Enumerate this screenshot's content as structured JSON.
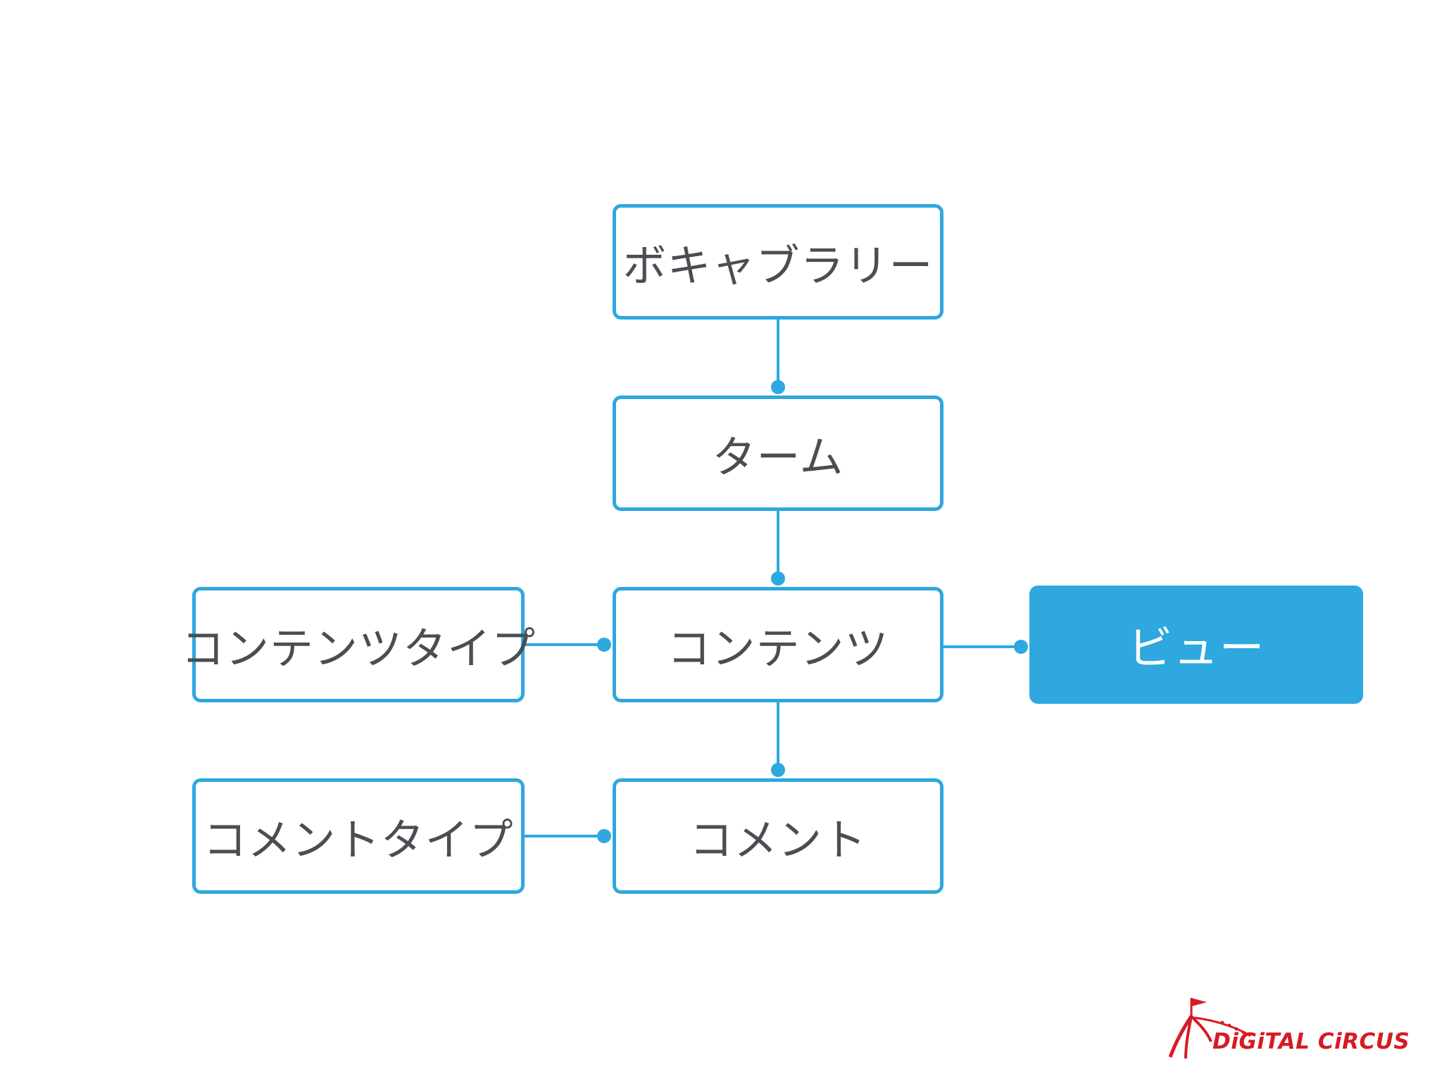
{
  "nodes": {
    "vocabulary": "ボキャブラリー",
    "term": "ターム",
    "content": "コンテンツ",
    "comment": "コメント",
    "content_type": "コンテンツタイプ",
    "comment_type": "コメントタイプ",
    "view": "ビュー"
  },
  "edges": [
    {
      "from": "vocabulary",
      "to": "term"
    },
    {
      "from": "term",
      "to": "content"
    },
    {
      "from": "content",
      "to": "comment"
    },
    {
      "from": "content_type",
      "to": "content"
    },
    {
      "from": "comment_type",
      "to": "comment"
    },
    {
      "from": "content",
      "to": "view"
    }
  ],
  "highlighted_node": "view",
  "logo": {
    "text": "DiGiTAL CiRCUS"
  },
  "colors": {
    "accent": "#2ea8df",
    "text": "#4a4d52",
    "logo": "#d81a22",
    "background": "#ffffff"
  }
}
